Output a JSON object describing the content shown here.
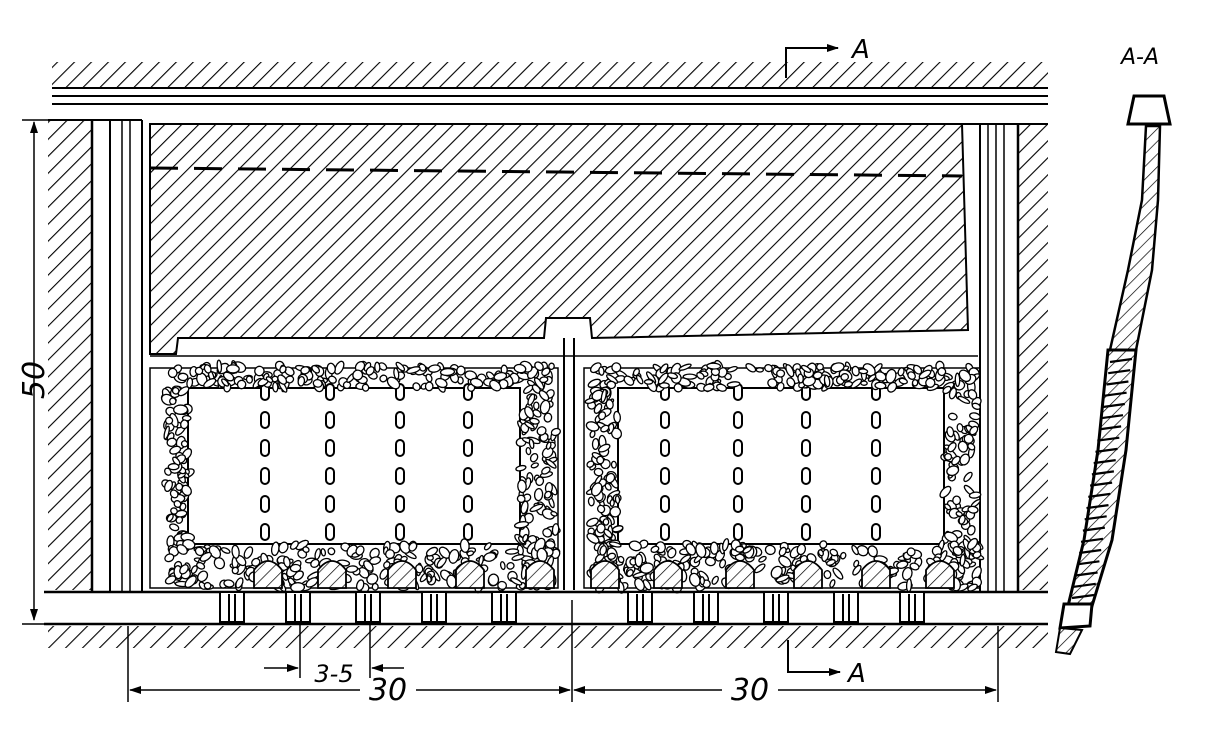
{
  "labels": {
    "section_marker_top": "A",
    "section_marker_bottom": "A",
    "section_view_title": "A-A"
  },
  "dimensions": {
    "height": "50",
    "gap": "3-5",
    "left_span": "30",
    "right_span": "30"
  },
  "colors": {
    "ink": "#000000",
    "paper": "#ffffff"
  }
}
